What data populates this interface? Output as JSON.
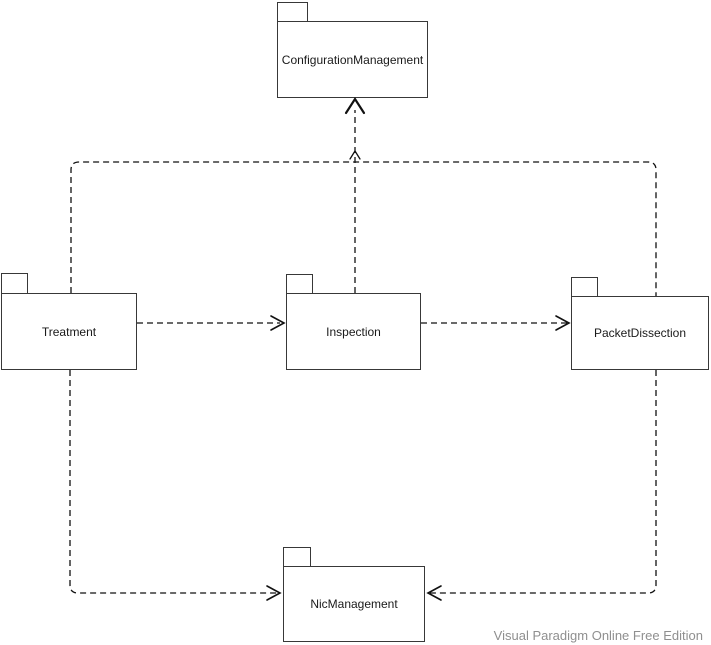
{
  "diagram": {
    "type": "uml-package-diagram",
    "packages": [
      {
        "id": "configuration-management",
        "label": "ConfigurationManagement"
      },
      {
        "id": "treatment",
        "label": "Treatment"
      },
      {
        "id": "inspection",
        "label": "Inspection"
      },
      {
        "id": "packet-dissection",
        "label": "PacketDissection"
      },
      {
        "id": "nic-management",
        "label": "NicManagement"
      }
    ],
    "dependencies": [
      {
        "from": "Treatment",
        "to": "Inspection",
        "style": "dashed-open-arrow"
      },
      {
        "from": "Inspection",
        "to": "PacketDissection",
        "style": "dashed-open-arrow"
      },
      {
        "from": "Inspection",
        "to": "ConfigurationManagement",
        "style": "dashed-open-arrow"
      },
      {
        "from": "Treatment",
        "to": "ConfigurationManagement",
        "style": "dashed-open-arrow"
      },
      {
        "from": "PacketDissection",
        "to": "ConfigurationManagement",
        "style": "dashed-open-arrow"
      },
      {
        "from": "Treatment",
        "to": "NicManagement",
        "style": "dashed-open-arrow"
      },
      {
        "from": "PacketDissection",
        "to": "NicManagement",
        "style": "dashed-open-arrow"
      }
    ],
    "colors": {
      "line": "#111111",
      "package_border": "#383838",
      "package_fill": "#ffffff",
      "label_text": "#1a1a1a",
      "watermark_text": "#8f8f8f",
      "background": "#ffffff"
    }
  },
  "watermark": {
    "text": "Visual Paradigm Online Free Edition"
  }
}
